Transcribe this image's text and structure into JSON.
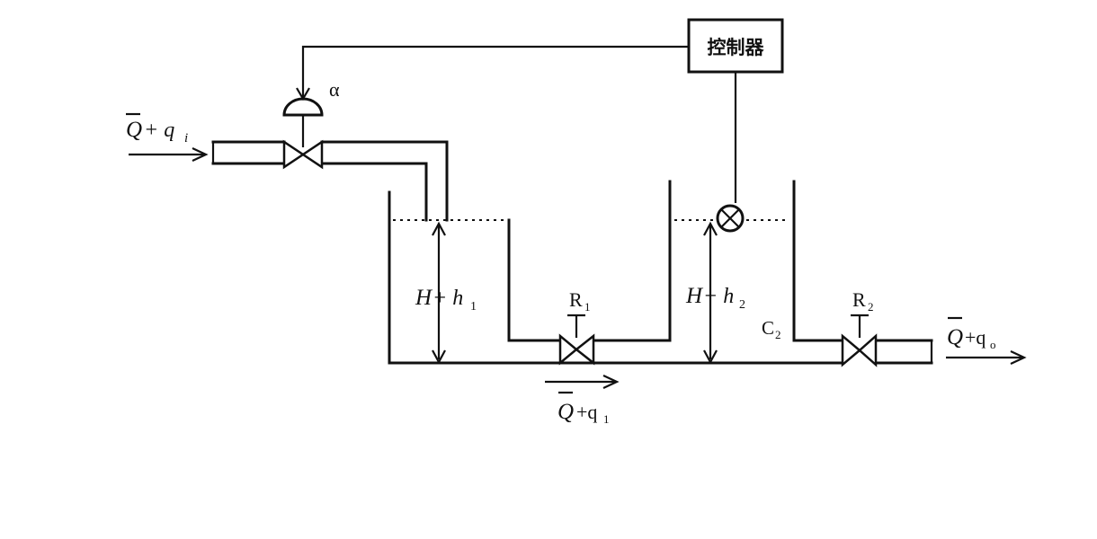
{
  "controller": {
    "label": "控制器"
  },
  "actuator": {
    "label": "α"
  },
  "inflow": {
    "Q": "Q",
    "rest": "+ q",
    "sub": "i"
  },
  "tank1": {
    "level_H": "H",
    "level_plus": " + h",
    "level_sub": "1"
  },
  "tank2": {
    "level_H": "H",
    "level_plus": " + h",
    "level_sub": "2",
    "capacity_C": "C",
    "capacity_sub": "2"
  },
  "valve1": {
    "R": "R",
    "sub": "1"
  },
  "valve2": {
    "R": "R",
    "sub": "2"
  },
  "flow1": {
    "Q": "Q",
    "rest": "+q",
    "sub": "1"
  },
  "outflow": {
    "Q": "Q",
    "rest": "+q",
    "sub": "o"
  }
}
